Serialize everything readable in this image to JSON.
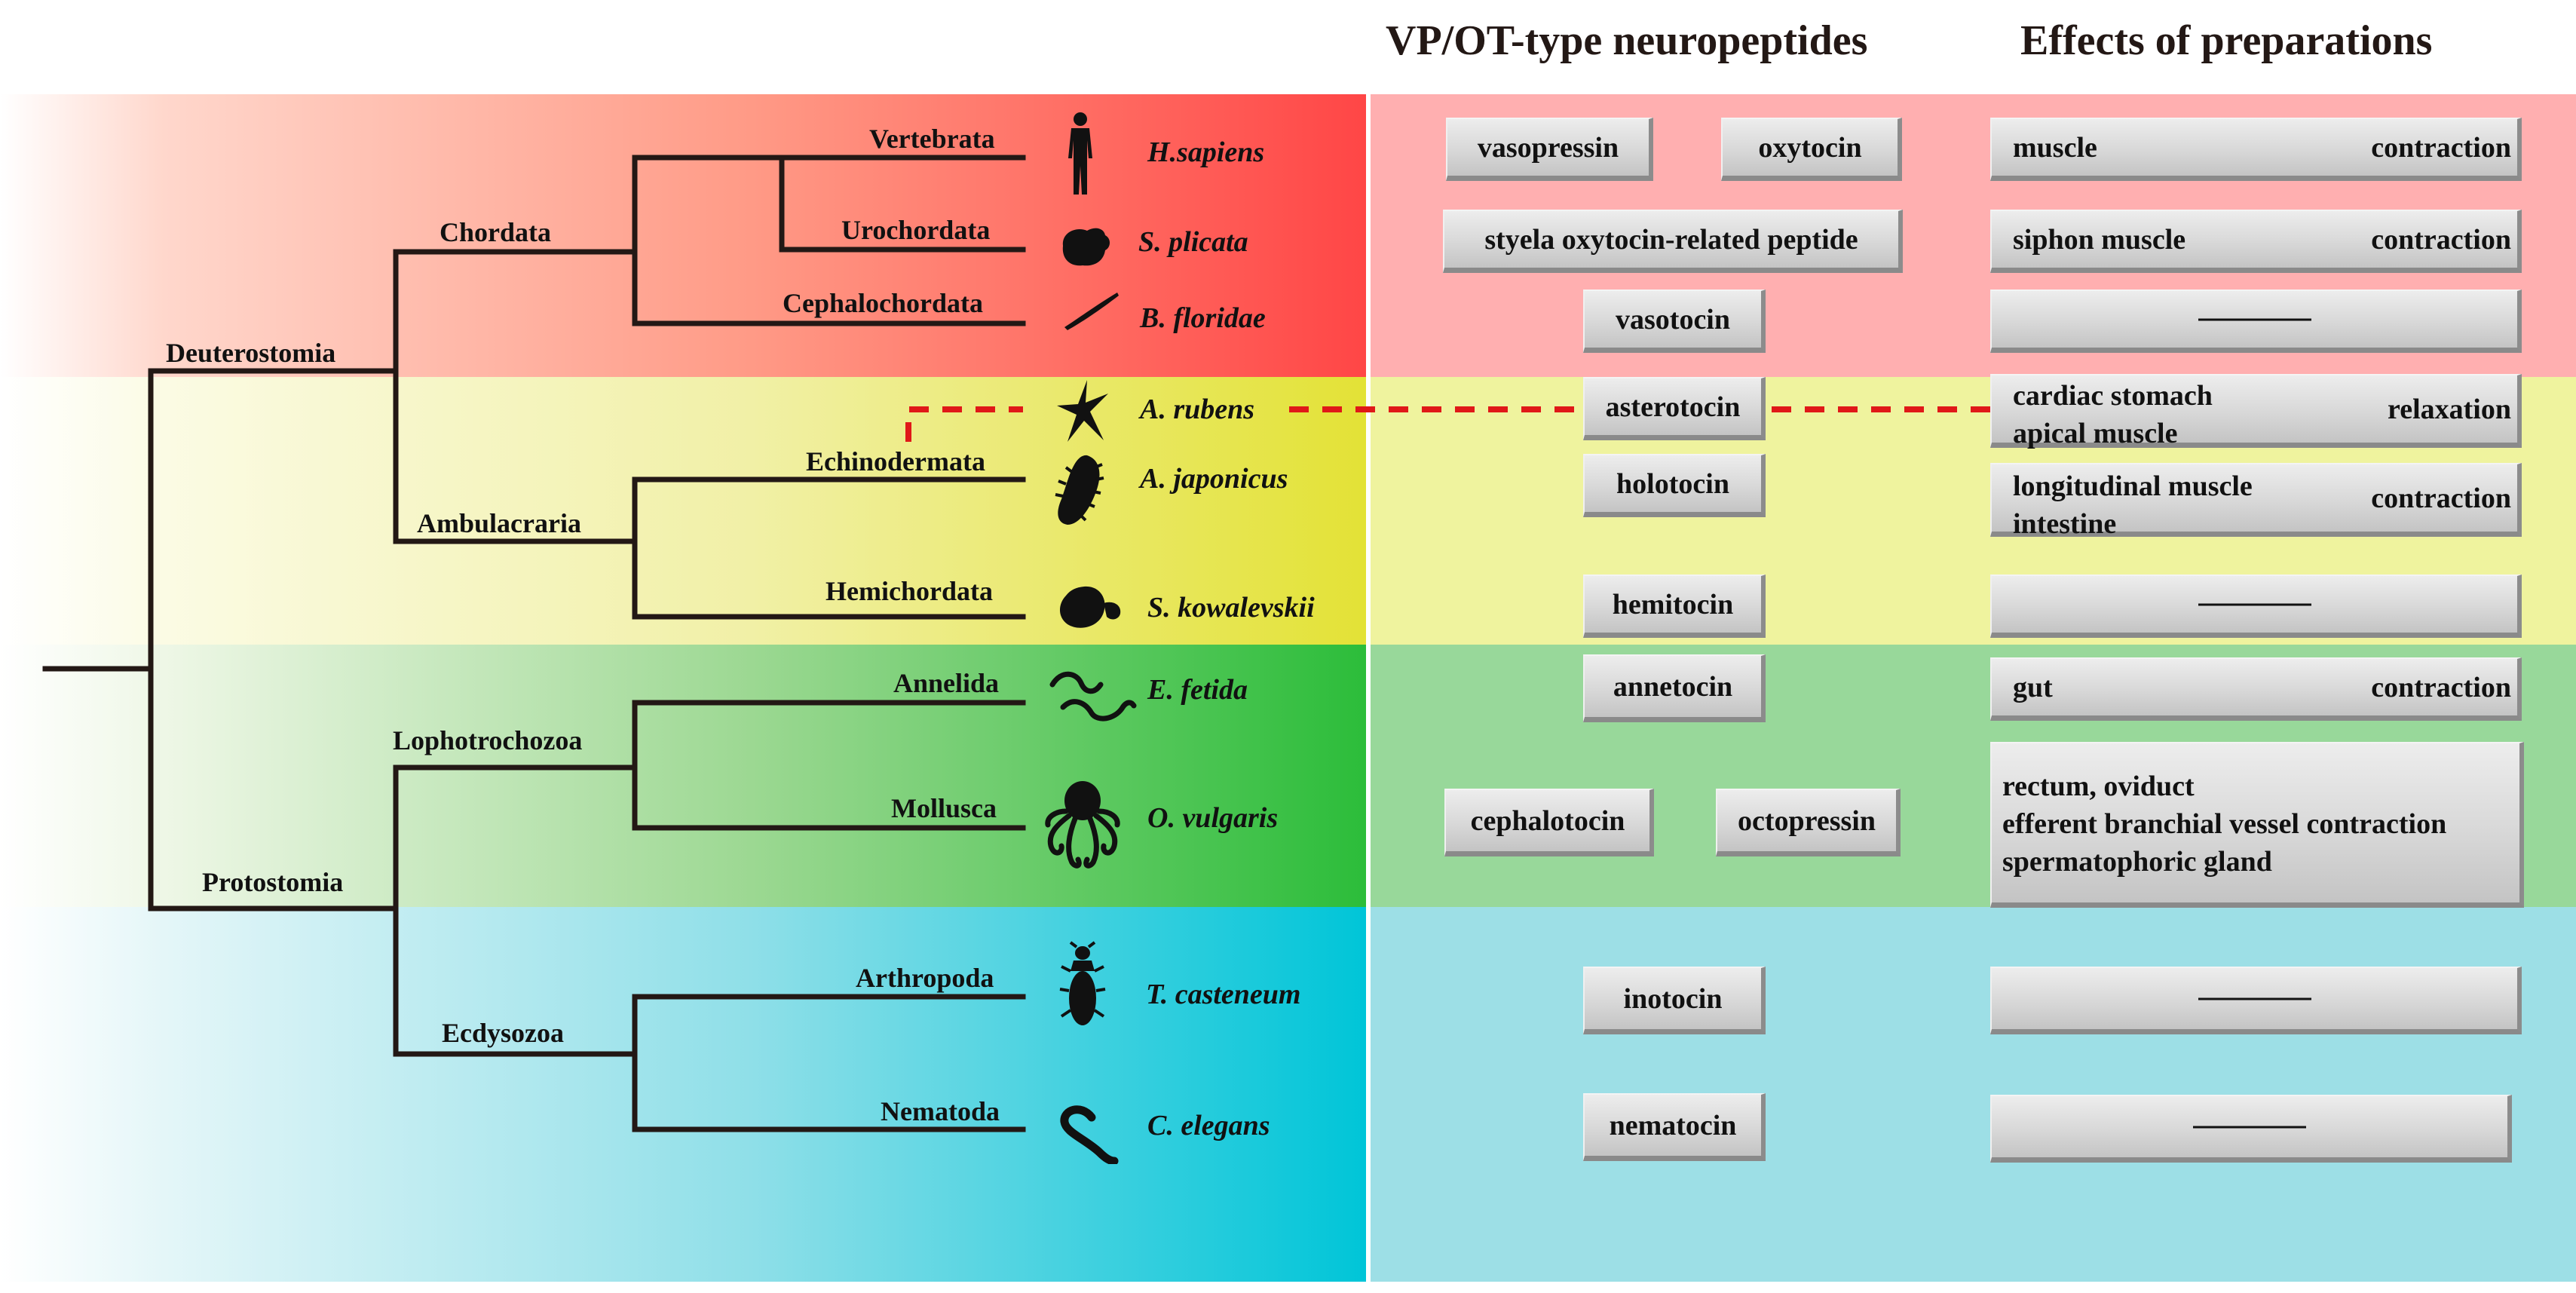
{
  "headers": {
    "neuropeptides": "VP/OT-type neuropeptides",
    "effects": "Effects of preparations"
  },
  "colors": {
    "deuterostome_chordata": "#ff4c4c",
    "ambulacraria": "#e4e43a",
    "lophotrochozoa": "#2fbf3c",
    "ecdysozoa": "#00c6da",
    "dashed_link": "#e01818",
    "tree_lines": "#231815"
  },
  "tree": {
    "deuterostomia": "Deuterostomia",
    "protostomia": "Protostomia",
    "chordata": "Chordata",
    "ambulacraria": "Ambulacraria",
    "lophotrochozoa": "Lophotrochozoa",
    "ecdysozoa": "Ecdysozoa",
    "vertebrata": "Vertebrata",
    "urochordata": "Urochordata",
    "cephalochordata": "Cephalochordata",
    "echinodermata": "Echinodermata",
    "hemichordata": "Hemichordata",
    "annelida": "Annelida",
    "mollusca": "Mollusca",
    "arthropoda": "Arthropoda",
    "nematoda": "Nematoda"
  },
  "species": {
    "h_sapiens": "H.sapiens",
    "s_plicata": "S. plicata",
    "b_floridae": "B. floridae",
    "a_rubens": "A. rubens",
    "a_japonicus": "A.  japonicus",
    "s_kowalevskii": "S. kowalevskii",
    "e_fetida": "E. fetida",
    "o_vulgaris": "O. vulgaris",
    "t_casteneum": "T. casteneum",
    "c_elegans": "C. elegans"
  },
  "icons": {
    "h_sapiens": "human-silhouette-icon",
    "s_plicata": "sea-squirt-silhouette-icon",
    "b_floridae": "lancelet-silhouette-icon",
    "a_rubens": "starfish-silhouette-icon",
    "a_japonicus": "sea-cucumber-silhouette-icon",
    "s_kowalevskii": "acorn-worm-silhouette-icon",
    "e_fetida": "earthworm-silhouette-icon",
    "o_vulgaris": "octopus-silhouette-icon",
    "t_casteneum": "beetle-silhouette-icon",
    "c_elegans": "nematode-silhouette-icon"
  },
  "peptides": {
    "vasopressin": "vasopressin",
    "oxytocin": "oxytocin",
    "styela": "styela oxytocin-related peptide",
    "vasotocin": "vasotocin",
    "asterotocin": "asterotocin",
    "holotocin": "holotocin",
    "hemitocin": "hemitocin",
    "annetocin": "annetocin",
    "cephalotocin": "cephalotocin",
    "octopressin": "octopressin",
    "inotocin": "inotocin",
    "nematocin": "nematocin"
  },
  "effects": {
    "h_sapiens": {
      "tissue": "muscle",
      "effect": "contraction"
    },
    "s_plicata": {
      "tissue": "siphon muscle",
      "effect": "contraction"
    },
    "a_rubens": {
      "tissue_lines": [
        "cardiac stomach",
        "apical muscle"
      ],
      "effect": "relaxation"
    },
    "a_japonicus": {
      "tissue_lines": [
        "longitudinal muscle",
        "intestine"
      ],
      "effect": "contraction"
    },
    "e_fetida": {
      "tissue": "gut",
      "effect": "contraction"
    },
    "o_vulgaris": {
      "lines": [
        "rectum, oviduct",
        "efferent branchial vessel contraction",
        "spermatophoric gland"
      ]
    }
  }
}
